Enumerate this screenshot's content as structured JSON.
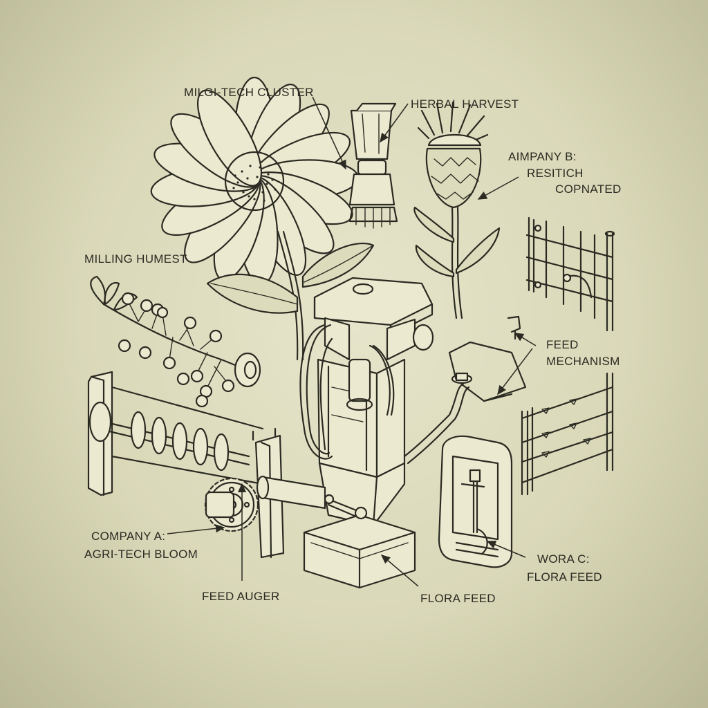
{
  "colors": {
    "background": "#dedcbe",
    "ink": "#2b2a22"
  },
  "labels": {
    "milgi_tech_cluster": "MILGI-TECH CLUSTER",
    "herbal_harvest": "HERBAL HARVEST",
    "aimpany_b_line1": "AIMPANY B:",
    "aimpany_b_line2": "RESITICH",
    "aimpany_b_line3": "COPNATED",
    "milling_humest": "MILLING HUMEST",
    "feed_mechanism_line1": "FEED",
    "feed_mechanism_line2": "MECHANISM",
    "company_a_line1": "COMPANY A:",
    "company_a_line2": "AGRI-TECH BLOOM",
    "feed_auger": "FEED AUGER",
    "flora_feed": "FLORA FEED",
    "wora_c_line1": "WORA C:",
    "wora_c_line2": "FLORA FEED"
  },
  "icons": [
    "daisy-flower-icon",
    "thistle-flower-icon",
    "seed-cup-icon",
    "berry-branch-icon",
    "feed-mill-machine-icon",
    "auger-screw-icon",
    "gear-icon",
    "feed-pipe-icon",
    "fence-grid-icon",
    "fence-rail-icon",
    "dispenser-frame-icon"
  ]
}
